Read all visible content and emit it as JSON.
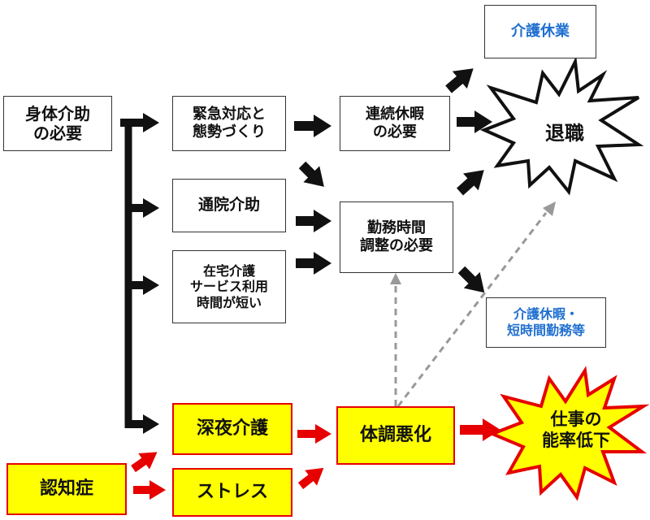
{
  "diagram": {
    "physical_care": "身体介助\nの必要",
    "emergency": "緊急対応と\n態勢づくり",
    "consecutive_leave": "連続休暇\nの必要",
    "hospital_visit": "通院介助",
    "work_hours": "勤務時間\n調整の必要",
    "home_care_service": "在宅介護\nサービス利用\n時間が短い",
    "night_care": "深夜介護",
    "poor_health": "体調悪化",
    "dementia": "認知症",
    "stress": "ストレス",
    "care_leave_top": "介護休業",
    "resignation": "退職",
    "care_leave_short": "介護休暇・\n短時間勤務等",
    "productivity_drop": "仕事の\n能率低下"
  },
  "colors": {
    "accent_blue": "#1f6fd0",
    "highlight_yellow": "#ffff00",
    "highlight_border": "#e60000",
    "arrow_red": "#e60000",
    "arrow_black": "#111111",
    "dashed_gray": "#999999"
  }
}
